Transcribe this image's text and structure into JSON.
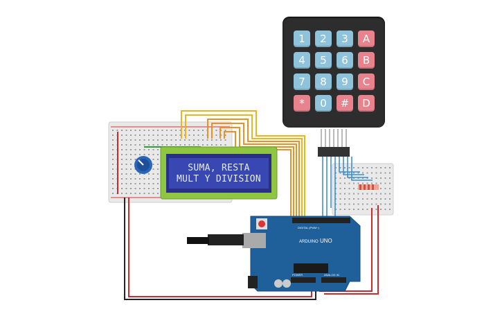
{
  "lcd": {
    "line1": "SUMA, RESTA",
    "line2": "MULT Y DIVISION"
  },
  "keypad": {
    "keys": [
      {
        "label": "1",
        "color": "blue"
      },
      {
        "label": "2",
        "color": "blue"
      },
      {
        "label": "3",
        "color": "blue"
      },
      {
        "label": "A",
        "color": "red"
      },
      {
        "label": "4",
        "color": "blue"
      },
      {
        "label": "5",
        "color": "blue"
      },
      {
        "label": "6",
        "color": "blue"
      },
      {
        "label": "B",
        "color": "red"
      },
      {
        "label": "7",
        "color": "blue"
      },
      {
        "label": "8",
        "color": "blue"
      },
      {
        "label": "9",
        "color": "blue"
      },
      {
        "label": "C",
        "color": "red"
      },
      {
        "label": "*",
        "color": "red"
      },
      {
        "label": "0",
        "color": "blue"
      },
      {
        "label": "#",
        "color": "red"
      },
      {
        "label": "D",
        "color": "red"
      }
    ]
  },
  "arduino": {
    "brand": "ARDUINO",
    "model": "UNO",
    "header_digital": "DIGITAL (PWM~)",
    "header_power": "POWER",
    "header_analog": "ANALOG IN"
  },
  "colors": {
    "wire_red": "#d0272b",
    "wire_black": "#222222",
    "wire_yellow": "#f0b31a",
    "wire_orange": "#ee8f1e",
    "wire_blue": "#3b8fd1",
    "board_blue": "#1f5f9a",
    "lcd_green": "#8ec641",
    "lcd_screen": "#3847b2"
  }
}
